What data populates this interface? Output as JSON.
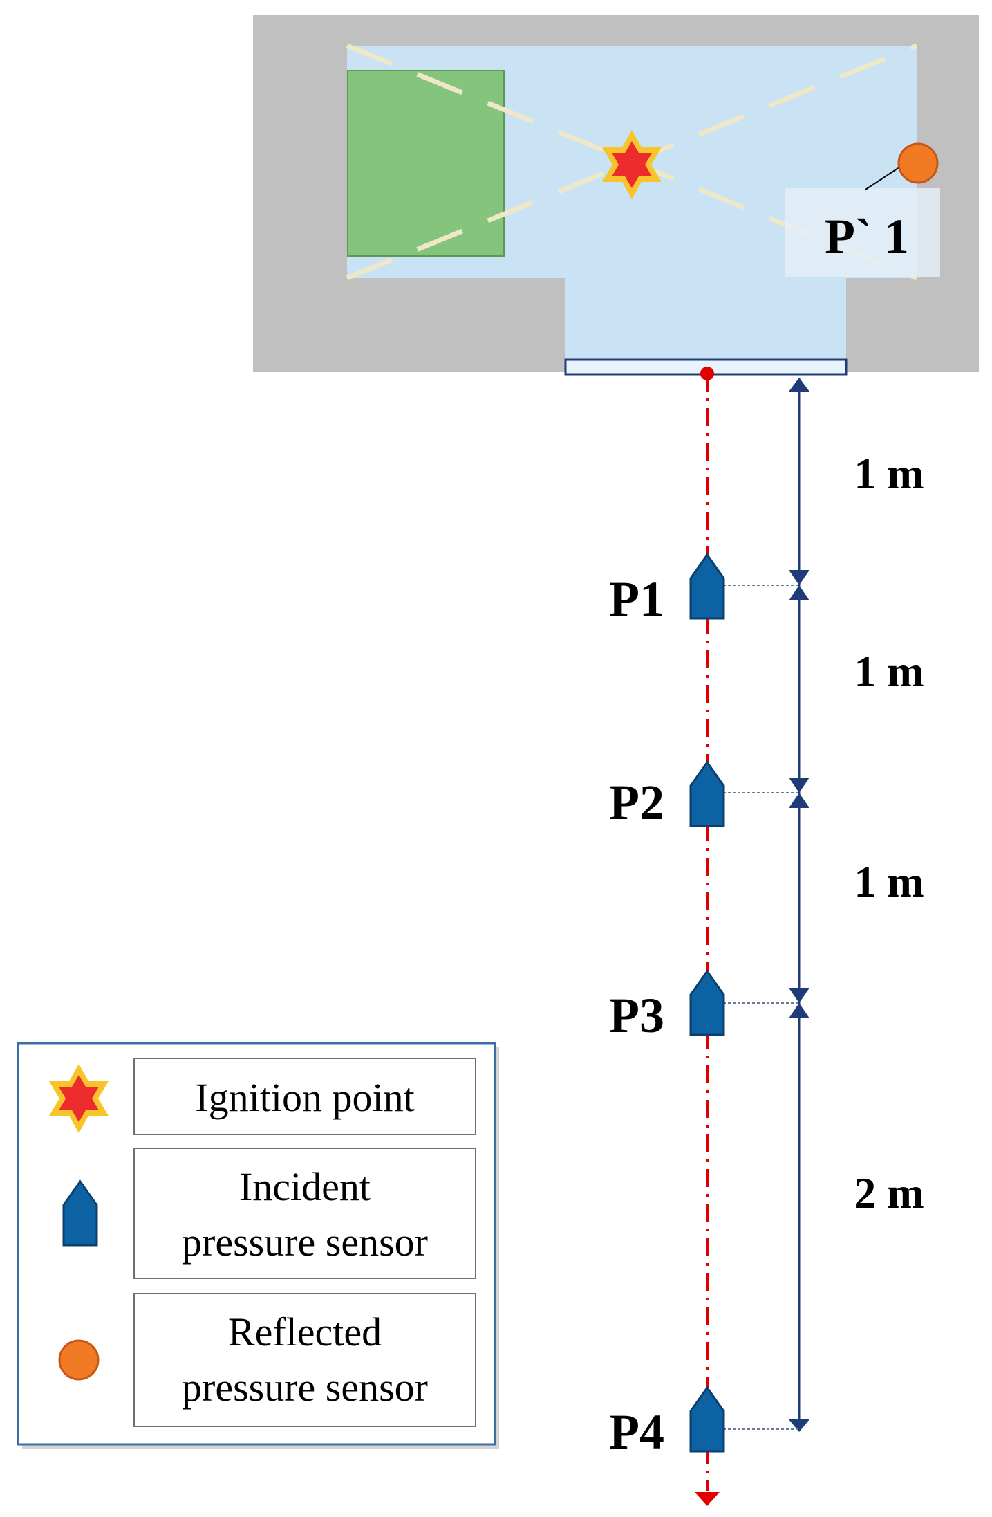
{
  "reflected_sensor_label": "P` 1",
  "sensors": [
    {
      "id": "p1",
      "label": "P1"
    },
    {
      "id": "p2",
      "label": "P2"
    },
    {
      "id": "p3",
      "label": "P3"
    },
    {
      "id": "p4",
      "label": "P4"
    }
  ],
  "distances": [
    "1 m",
    "1 m",
    "1 m",
    "2 m"
  ],
  "legend": {
    "ignition": "Ignition point",
    "incident_line1": "Incident",
    "incident_line2": "pressure sensor",
    "reflected_line1": "Reflected",
    "reflected_line2": "pressure sensor"
  },
  "colors": {
    "wall": "#c0c0c0",
    "chamber": "#c9e2f4",
    "obstacle": "#84c47d",
    "sensor": "#0d62a3",
    "reflected_sensor": "#f07b24",
    "ignition_inner": "#ec2c2c",
    "ignition_outer": "#f7c52a",
    "centerline": "#e00000",
    "dimension": "#1f3c78"
  }
}
